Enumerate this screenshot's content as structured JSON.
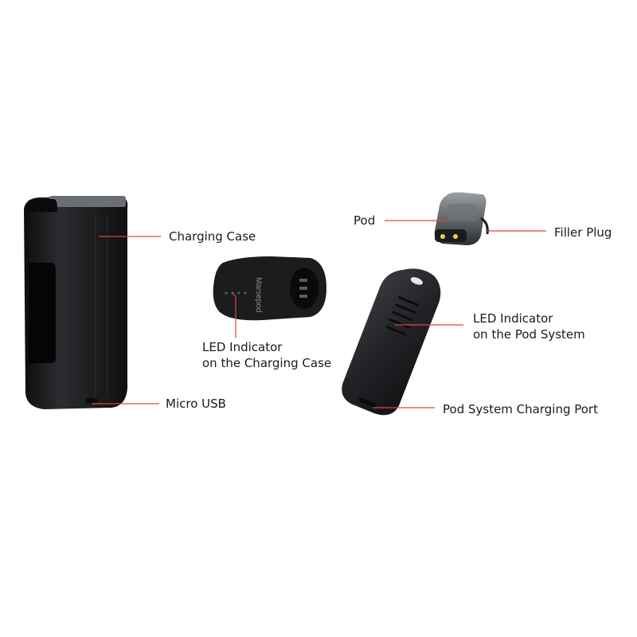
{
  "brand_mark": "Marsepod",
  "callouts": [
    {
      "id": "charging-case",
      "lines": [
        "Charging Case"
      ]
    },
    {
      "id": "micro-usb",
      "lines": [
        "Micro USB"
      ]
    },
    {
      "id": "led-indicator-case",
      "lines": [
        "LED Indicator",
        "on the Charging Case"
      ]
    },
    {
      "id": "pod",
      "lines": [
        "Pod"
      ]
    },
    {
      "id": "filler-plug",
      "lines": [
        "Filler Plug"
      ]
    },
    {
      "id": "led-indicator-pod",
      "lines": [
        "LED Indicator",
        "on the Pod System"
      ]
    },
    {
      "id": "pod-charging-port",
      "lines": [
        "Pod System Charging Port"
      ]
    }
  ],
  "colors": {
    "leader_line": "#e0453d",
    "device_body": "#1e1f21",
    "label_text": "#1a1a1a"
  }
}
